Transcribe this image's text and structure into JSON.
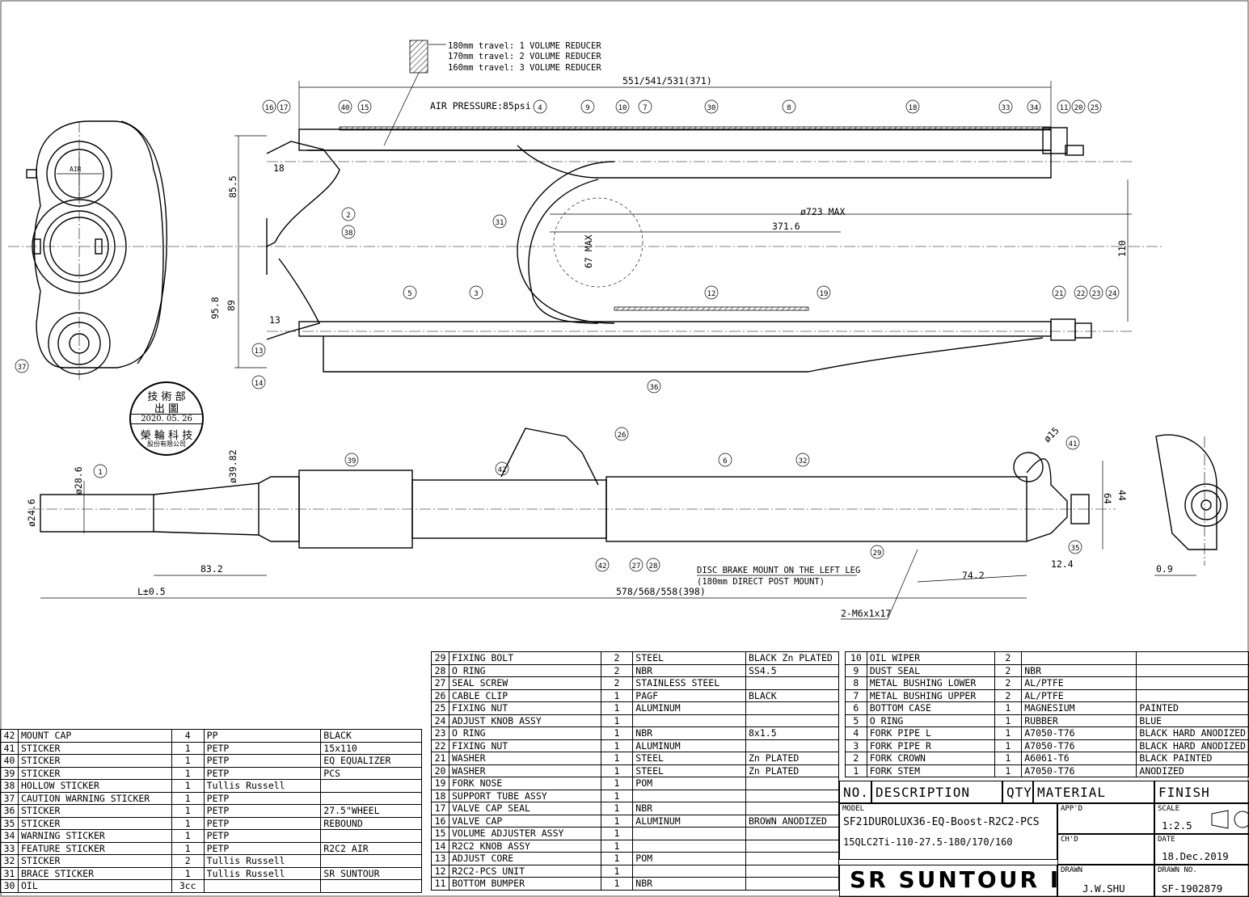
{
  "notes": {
    "reducer": [
      "180mm travel: 1 VOLUME REDUCER",
      "170mm travel: 2 VOLUME REDUCER",
      "160mm travel: 3 VOLUME REDUCER"
    ],
    "air_pressure": "AIR PRESSURE:85psi",
    "disc_brake": [
      "DISC BRAKE MOUNT ON THE LEFT LEG",
      "(180mm DIRECT POST MOUNT)"
    ],
    "bolt": "2-M6x1x17",
    "air_cap": "AIR"
  },
  "dims": {
    "overall_top": "551/541/531(371)",
    "d723": "ø723 MAX",
    "d3716": "371.6",
    "d67": "67 MAX",
    "d855": "85.5",
    "d18": "18",
    "d958": "95.8",
    "d89": "89",
    "d13": "13",
    "d110": "110",
    "d286": "ø28.6",
    "d246": "ø24.6",
    "d3982": "ø39.82",
    "d832": "83.2",
    "lpm": "L±0.5",
    "d578": "578/568/558(398)",
    "d742": "74.2",
    "d124": "12.4",
    "d15": "ø15",
    "d64": "64",
    "d44": "44",
    "d09": "0.9"
  },
  "callouts_top": [
    "16",
    "17",
    "40",
    "15",
    "4",
    "9",
    "10",
    "7",
    "30",
    "8",
    "18",
    "33",
    "34",
    "11",
    "20",
    "25",
    "2",
    "38",
    "31",
    "5",
    "3",
    "12",
    "19",
    "21",
    "22",
    "23",
    "24",
    "13",
    "14",
    "36",
    "37"
  ],
  "callouts_bottom": [
    "1",
    "39",
    "26",
    "42",
    "6",
    "32",
    "41",
    "42",
    "27",
    "28",
    "29",
    "35"
  ],
  "stamp": {
    "line1": "技 術 部",
    "line2": "出 圖",
    "date": "2020. 05. 26",
    "line4": "榮 輪 科 技",
    "line5": "股份有限公司"
  },
  "bom_left": [
    [
      "42",
      "MOUNT CAP",
      "4",
      "PP",
      "BLACK"
    ],
    [
      "41",
      "STICKER",
      "1",
      "PETP",
      "15x110"
    ],
    [
      "40",
      "STICKER",
      "1",
      "PETP",
      "EQ EQUALIZER"
    ],
    [
      "39",
      "STICKER",
      "1",
      "PETP",
      "PCS"
    ],
    [
      "38",
      "HOLLOW STICKER",
      "1",
      "Tullis Russell",
      ""
    ],
    [
      "37",
      "CAUTION WARNING STICKER",
      "1",
      "PETP",
      ""
    ],
    [
      "36",
      "STICKER",
      "1",
      "PETP",
      "27.5\"WHEEL"
    ],
    [
      "35",
      "STICKER",
      "1",
      "PETP",
      "REBOUND"
    ],
    [
      "34",
      "WARNING STICKER",
      "1",
      "PETP",
      ""
    ],
    [
      "33",
      "FEATURE STICKER",
      "1",
      "PETP",
      "R2C2 AIR"
    ],
    [
      "32",
      "STICKER",
      "2",
      "Tullis Russell",
      ""
    ],
    [
      "31",
      "BRACE STICKER",
      "1",
      "Tullis Russell",
      "SR SUNTOUR"
    ],
    [
      "30",
      "OIL",
      "3cc",
      "",
      ""
    ]
  ],
  "bom_mid": [
    [
      "29",
      "FIXING BOLT",
      "2",
      "STEEL",
      "BLACK Zn PLATED"
    ],
    [
      "28",
      "O RING",
      "2",
      "NBR",
      "SS4.5"
    ],
    [
      "27",
      "SEAL SCREW",
      "2",
      "STAINLESS STEEL",
      ""
    ],
    [
      "26",
      "CABLE CLIP",
      "1",
      "PAGF",
      "BLACK"
    ],
    [
      "25",
      "FIXING NUT",
      "1",
      "ALUMINUM",
      ""
    ],
    [
      "24",
      "ADJUST KNOB ASSY",
      "1",
      "",
      ""
    ],
    [
      "23",
      "O RING",
      "1",
      "NBR",
      "8x1.5"
    ],
    [
      "22",
      "FIXING NUT",
      "1",
      "ALUMINUM",
      ""
    ],
    [
      "21",
      "WASHER",
      "1",
      "STEEL",
      "Zn PLATED"
    ],
    [
      "20",
      "WASHER",
      "1",
      "STEEL",
      "Zn PLATED"
    ],
    [
      "19",
      "FORK NOSE",
      "1",
      "POM",
      ""
    ],
    [
      "18",
      "SUPPORT TUBE ASSY",
      "1",
      "",
      ""
    ],
    [
      "17",
      "VALVE CAP SEAL",
      "1",
      "NBR",
      ""
    ],
    [
      "16",
      "VALVE CAP",
      "1",
      "ALUMINUM",
      "BROWN ANODIZED"
    ],
    [
      "15",
      "VOLUME ADJUSTER ASSY",
      "1",
      "",
      ""
    ],
    [
      "14",
      "R2C2 KNOB ASSY",
      "1",
      "",
      ""
    ],
    [
      "13",
      "ADJUST CORE",
      "1",
      "POM",
      ""
    ],
    [
      "12",
      "R2C2-PCS UNIT",
      "1",
      "",
      ""
    ],
    [
      "11",
      "BOTTOM BUMPER",
      "1",
      "NBR",
      ""
    ]
  ],
  "bom_right": [
    [
      "10",
      "OIL WIPER",
      "2",
      "",
      ""
    ],
    [
      "9",
      "DUST SEAL",
      "2",
      "NBR",
      ""
    ],
    [
      "8",
      "METAL BUSHING LOWER",
      "2",
      "AL/PTFE",
      ""
    ],
    [
      "7",
      "METAL BUSHING UPPER",
      "2",
      "AL/PTFE",
      ""
    ],
    [
      "6",
      "BOTTOM CASE",
      "1",
      "MAGNESIUM",
      "PAINTED"
    ],
    [
      "5",
      "O RING",
      "1",
      "RUBBER",
      "BLUE"
    ],
    [
      "4",
      "FORK PIPE L",
      "1",
      "A7050-T76",
      "BLACK HARD ANODIZED"
    ],
    [
      "3",
      "FORK PIPE R",
      "1",
      "A7050-T76",
      "BLACK HARD ANODIZED"
    ],
    [
      "2",
      "FORK CROWN",
      "1",
      "A6061-T6",
      "BLACK PAINTED"
    ],
    [
      "1",
      "FORK STEM",
      "1",
      "A7050-T76",
      "ANODIZED"
    ]
  ],
  "bom_header": {
    "no": "NO.",
    "desc": "DESCRIPTION",
    "qty": "QTY",
    "mat": "MATERIAL",
    "finish": "FINISH"
  },
  "title_block": {
    "model_label": "MODEL",
    "model_1": "SF21DUROLUX36-EQ-Boost-R2C2-PCS",
    "model_2": "15QLC2Ti-110-27.5-180/170/160",
    "appd_label": "APP'D",
    "chd_label": "CH'D",
    "drawn_label": "DRAWN",
    "drawn_value": "J.W.SHU",
    "scale_label": "SCALE",
    "scale_value": "1:2.5",
    "date_label": "DATE",
    "date_value": "18.Dec.2019",
    "drawn_no_label": "DRAWN NO.",
    "drawn_no_value": "SF-1902879",
    "company": "SR SUNTOUR INC."
  }
}
